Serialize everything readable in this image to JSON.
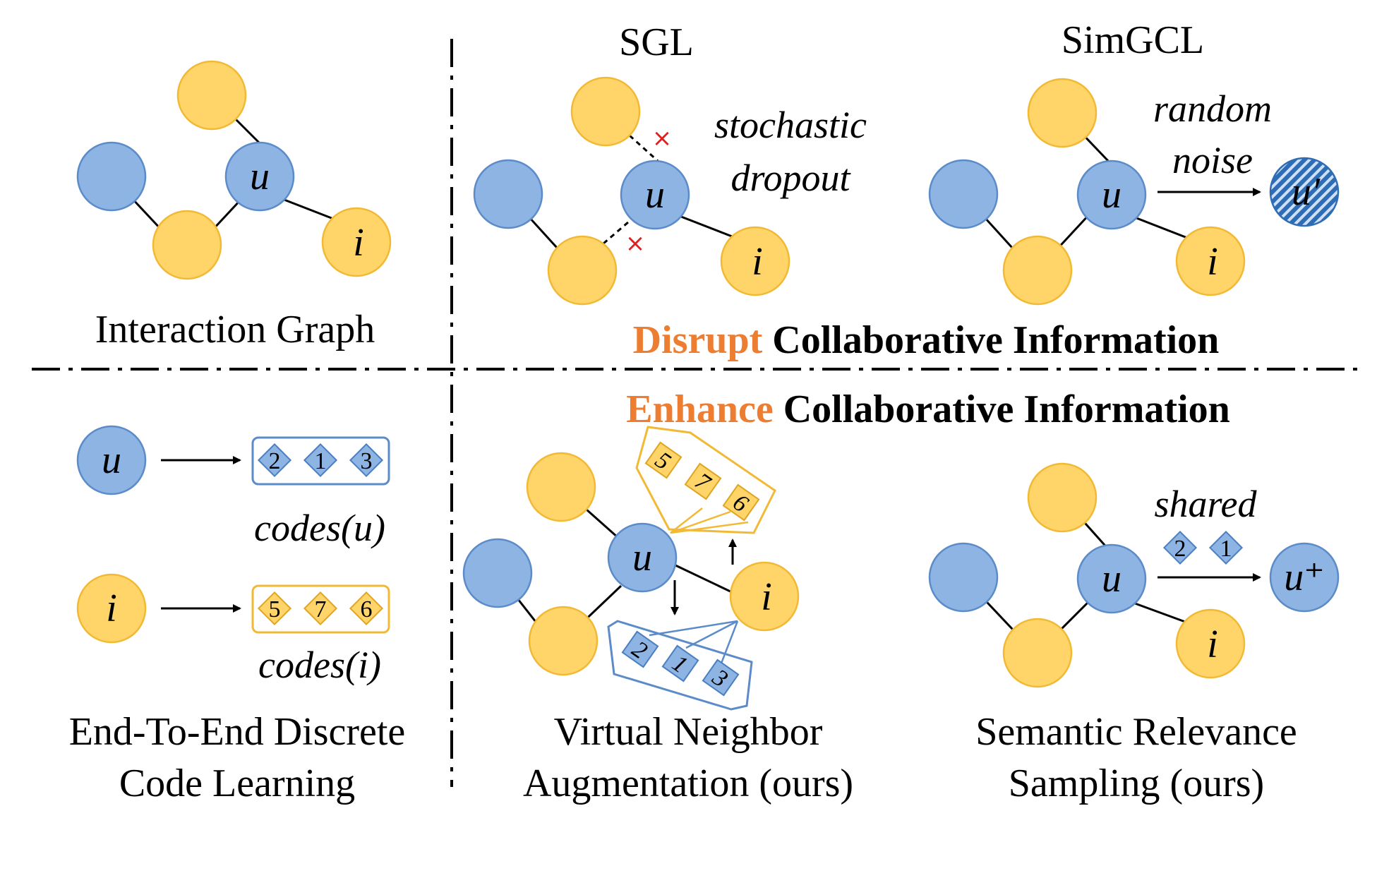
{
  "panels": {
    "interaction_graph": {
      "caption": "Interaction Graph"
    },
    "sgl": {
      "title": "SGL",
      "annotation_line1": "stochastic",
      "annotation_line2": "dropout",
      "cross": "×"
    },
    "simgcl": {
      "title": "SimGCL",
      "annotation_line1": "random",
      "annotation_line2": "noise",
      "output_node": "u′"
    },
    "disrupt_banner": {
      "highlight": "Disrupt",
      "rest": " Collaborative Information"
    },
    "enhance_banner": {
      "highlight": "Enhance",
      "rest": " Collaborative Information"
    },
    "code_learning": {
      "user_codes": [
        "2",
        "1",
        "3"
      ],
      "item_codes": [
        "5",
        "7",
        "6"
      ],
      "user_codes_label": "codes(u)",
      "item_codes_label": "codes(i)",
      "caption_line1": "End-To-End Discrete",
      "caption_line2": "Code Learning"
    },
    "virtual_neighbor": {
      "item_codes": [
        "5",
        "7",
        "6"
      ],
      "user_codes": [
        "2",
        "1",
        "3"
      ],
      "caption_line1": "Virtual Neighbor",
      "caption_line2": "Augmentation (ours)"
    },
    "semantic_relevance": {
      "shared_label": "shared",
      "shared_codes": [
        "2",
        "1"
      ],
      "output_node": "u⁺",
      "caption_line1": "Semantic Relevance",
      "caption_line2": "Sampling (ours)"
    }
  },
  "node_labels": {
    "user": "u",
    "item": "i"
  },
  "colors": {
    "user_fill": "#8eb4e3",
    "item_fill": "#ffd56a",
    "accent_orange": "#ed7d31",
    "cross_red": "#e02020",
    "user_code_box": "#5b8bc9",
    "item_code_box": "#f2b935"
  }
}
